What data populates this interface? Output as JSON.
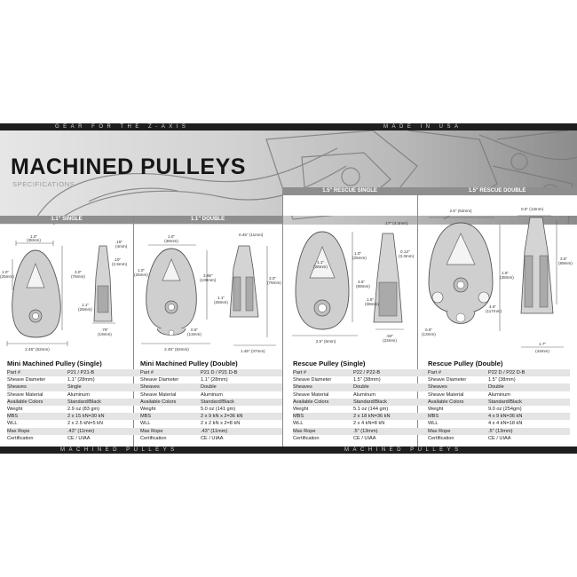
{
  "header": {
    "tagline": "GEAR FOR THE Z-AXIS",
    "origin": "MADE IN USA",
    "title": "MACHINED PULLEYS",
    "subtitle": "SPECIFICATIONS"
  },
  "footer": {
    "left": "MACHINED PULLEYS",
    "right": "MACHINED PULLEYS"
  },
  "panels": [
    {
      "heading": "1.1\" SINGLE",
      "dims": {
        "width_top": "1.0\"",
        "width_top_mm": "(38mm)",
        "left": "1.0\"",
        "left_mm": "(25mm)",
        "height": "3.0\"",
        "height_mm": "(76mm)",
        "sheave": "1.1\"",
        "sheave_mm": "(28mm)",
        "bottom": "2.45\" (62mm)",
        "side_top": ".15\"",
        "side_top_mm": "(4mm)",
        "side_width": ".10\"",
        "side_width_mm": "(2.5mm)",
        "side_bottom": ".75\"",
        "side_bottom_mm": "(19mm)"
      },
      "name": "Mini Machined Pulley (Single)",
      "rows": [
        [
          "Part #",
          "P21 / P21-B"
        ],
        [
          "Sheave Diameter",
          "1.1\" (28mm)"
        ],
        [
          "Sheaves",
          "Single"
        ],
        [
          "Sheave Material",
          "Aluminum"
        ],
        [
          "Available Colors",
          "Standard/Black"
        ],
        [
          "Weight",
          "2.9 oz (83 gm)"
        ],
        [
          "MBS",
          "2 x 15 kN=30 kN"
        ],
        [
          "WLL",
          "2 x 2.5 kN=5 kN"
        ],
        [
          "Max Rope",
          ".43\" (11mm)"
        ],
        [
          "Certification",
          "CE / UIAA"
        ]
      ]
    },
    {
      "heading": "1.1\" DOUBLE",
      "dims": {
        "width_top": "1.0\"",
        "width_top_mm": "(38mm)",
        "left": "1.0\"",
        "left_mm": "(25mm)",
        "height": "3.95\"",
        "height_mm": "(100mm)",
        "sheave": "0.5\"",
        "sheave_mm": "(13mm)",
        "bottom": "2.45\" (62mm)",
        "side_top": "0.45\" (11mm)",
        "side_height": "3.0\"",
        "side_height_mm": "(76mm)",
        "side_sheave": "1.1\"",
        "side_sheave_mm": "(28mm)",
        "side_bottom": "1.45\" (37mm)"
      },
      "name": "Mini Machined Pulley (Double)",
      "rows": [
        [
          "Part #",
          "P21 D / P21 D-B"
        ],
        [
          "Sheave Diameter",
          "1.1\" (28mm)"
        ],
        [
          "Sheaves",
          "Double"
        ],
        [
          "Sheave Material",
          "Aluminum"
        ],
        [
          "Available Colors",
          "Standard/Black"
        ],
        [
          "Weight",
          "5.0 oz (141 gm)"
        ],
        [
          "MBS",
          "2 x 9 kN x 2=36 kN"
        ],
        [
          "WLL",
          "2 x 2 kN x 2=8 kN"
        ],
        [
          "Max Rope",
          ".43\" (11mm)"
        ],
        [
          "Certification",
          "CE / UIAA"
        ]
      ]
    },
    {
      "heading": "1.5\" RESCUE SINGLE",
      "dims": {
        "sheave": "1.1\"",
        "sheave_mm": "(28mm)",
        "left": "1.0\"",
        "left_mm": "(25mm)",
        "height": "3.5\"",
        "height_mm": "(89mm)",
        "bottom": "2.5\" (6mm)",
        "side_top": ".17\" (4.3mm)",
        "side_width": "0.13\"",
        "side_width_mm": "(3.3mm)",
        "side_sheave": "1.5\"",
        "side_sheave_mm": "(38mm)",
        "side_bottom": ".92\"",
        "side_bottom_mm": "(23mm)"
      },
      "name": "Rescue Pulley (Single)",
      "rows": [
        [
          "Part #",
          "P22 / P22-B"
        ],
        [
          "Sheave Diameter",
          "1.5\" (38mm)"
        ],
        [
          "Sheaves",
          "Double"
        ],
        [
          "Sheave Material",
          "Aluminum"
        ],
        [
          "Available Colors",
          "Standard/Black"
        ],
        [
          "Weight",
          "5.1 oz (144 gm)"
        ],
        [
          "MBS",
          "2 x 18 kN=36 kN"
        ],
        [
          "WLL",
          "2 x 4 kN=8 kN"
        ],
        [
          "Max Rope",
          ".5\" (13mm)"
        ],
        [
          "Certification",
          "CE / UIAA"
        ]
      ]
    },
    {
      "heading": "1.5\" RESCUE DOUBLE",
      "dims": {
        "width_top": "2.5\" (64mm)",
        "sheave": "1.5\"",
        "sheave_mm": "(38mm)",
        "height": "4.6\"",
        "height_mm": "(117mm)",
        "eye": "0.5\"",
        "eye_mm": "(13mm)",
        "side_top": "0.5\" (13mm)",
        "side_height": "3.5\"",
        "side_height_mm": "(89mm)",
        "side_bottom": "1.7\"",
        "side_bottom_mm": "(43mm)"
      },
      "name": "Rescue Pulley (Double)",
      "rows": [
        [
          "Part #",
          "P22 D / P22 D-B"
        ],
        [
          "Sheave Diameter",
          "1.5\" (38mm)"
        ],
        [
          "Sheaves",
          "Double"
        ],
        [
          "Sheave Material",
          "Aluminum"
        ],
        [
          "Available Colors",
          "Standard/Black"
        ],
        [
          "Weight",
          "9.0 oz (254gm)"
        ],
        [
          "MBS",
          "4 x 9 kN=36 kN"
        ],
        [
          "WLL",
          "4 x 4 kN=18 kN"
        ],
        [
          "Max Rope",
          ".5\" (13mm)"
        ],
        [
          "Certification",
          "CE / UIAA"
        ]
      ]
    }
  ]
}
